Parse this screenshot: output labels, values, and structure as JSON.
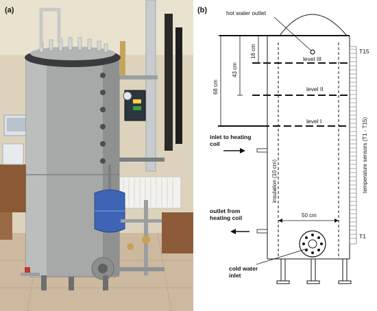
{
  "panel_a": {
    "label": "(a)"
  },
  "panel_b": {
    "label": "(b)",
    "hot_water_outlet": "hot water outlet",
    "level_3": "level III",
    "level_2": "level II",
    "level_1": "level I",
    "dim_18": "18 cm",
    "dim_43": "43 cm",
    "dim_68": "68 cm",
    "inlet_line1": "inlet to heating",
    "inlet_line2": "coil",
    "insulation": "insulation (10 cm)",
    "outlet_line1": "outlet from",
    "outlet_line2": "heating coil",
    "width_50": "50 cm",
    "cold_line1": "cold water",
    "cold_line2": "inlet",
    "sensor_top": "T15",
    "sensor_bottom": "T1",
    "sensors": "temperature sensors (T1 - T15)"
  }
}
